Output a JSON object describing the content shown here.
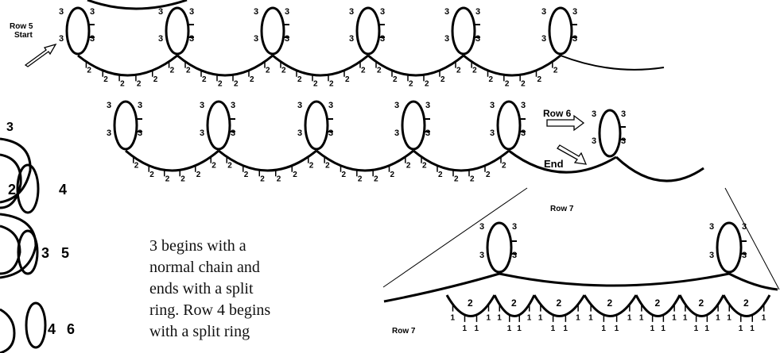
{
  "diagram": {
    "annotations": {
      "row5_start": "Row 5\nStart",
      "row6": "Row 6",
      "end": "End",
      "row7_upper": "Row 7",
      "row7_lower": "Row 7"
    },
    "left_side_numbers": [
      "3",
      "2",
      "4",
      "3",
      "5",
      "4",
      "6"
    ],
    "note_text": "3 begins with a\nnormal chain and\nends with a split\nring. Row 4 begins\nwith a split ring"
  }
}
